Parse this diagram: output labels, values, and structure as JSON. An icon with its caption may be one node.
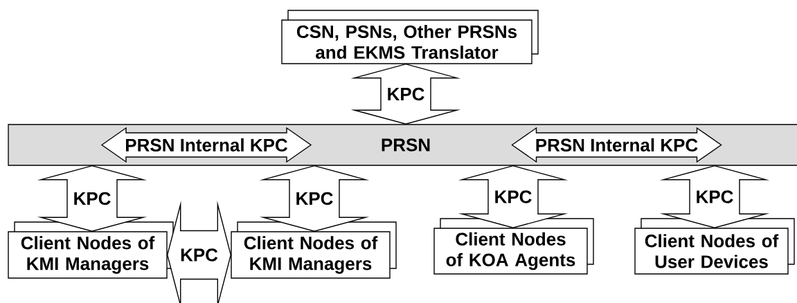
{
  "diagram": {
    "nodes": [
      {
        "text": [
          "CSN, PSNs, Other PRSNs and EKMS Translator"
        ]
      },
      {
        "text": [
          "PRSN"
        ]
      },
      {
        "text": [
          "PRSN Internal KPC"
        ],
        "in": 1
      },
      {
        "text": [
          "PRSN Internal KPC"
        ],
        "in": 1
      },
      {
        "text": [
          "Client Nodes of KMI Managers"
        ]
      },
      {
        "text": [
          "Client Nodes of KMI Managers"
        ]
      },
      {
        "text": [
          "Client Nodes of KOA Agents"
        ]
      },
      {
        "text": [
          "Client Nodes of User Devices"
        ]
      }
    ],
    "edges": [
      {
        "from": 0,
        "to": 1,
        "arrow": "both",
        "label": "KPC"
      },
      {
        "from": 1,
        "to": 4,
        "arrow": "both",
        "label": "KPC"
      },
      {
        "from": 1,
        "to": 5,
        "arrow": "both",
        "label": "KPC"
      },
      {
        "from": 1,
        "to": 6,
        "arrow": "both",
        "label": "KPC"
      },
      {
        "from": 1,
        "to": 7,
        "arrow": "both",
        "label": "KPC"
      },
      {
        "from": 4,
        "to": 5,
        "arrow": "both",
        "label": "KPC"
      }
    ]
  }
}
